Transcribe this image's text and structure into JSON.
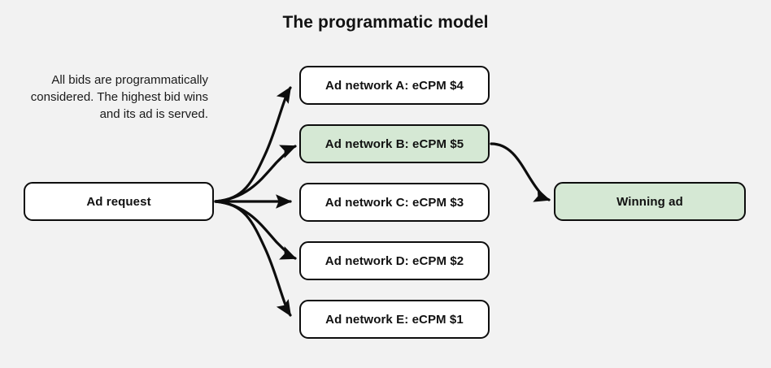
{
  "diagram": {
    "title": "The programmatic model",
    "note": "All bids are programmatically considered. The highest bid wins and its ad is served.",
    "background_color": "#f2f2f2",
    "highlight_color": "#d5e8d4",
    "stroke_color": "#0d0d0d",
    "source": {
      "label": "Ad request"
    },
    "networks": [
      {
        "label": "Ad network A: eCPM $4",
        "ecpm": 4,
        "highlighted": false
      },
      {
        "label": "Ad network B: eCPM $5",
        "ecpm": 5,
        "highlighted": true
      },
      {
        "label": "Ad network C: eCPM $3",
        "ecpm": 3,
        "highlighted": false
      },
      {
        "label": "Ad network D: eCPM $2",
        "ecpm": 2,
        "highlighted": false
      },
      {
        "label": "Ad network E: eCPM $1",
        "ecpm": 1,
        "highlighted": false
      }
    ],
    "result": {
      "label": "Winning ad",
      "highlighted": true
    }
  }
}
